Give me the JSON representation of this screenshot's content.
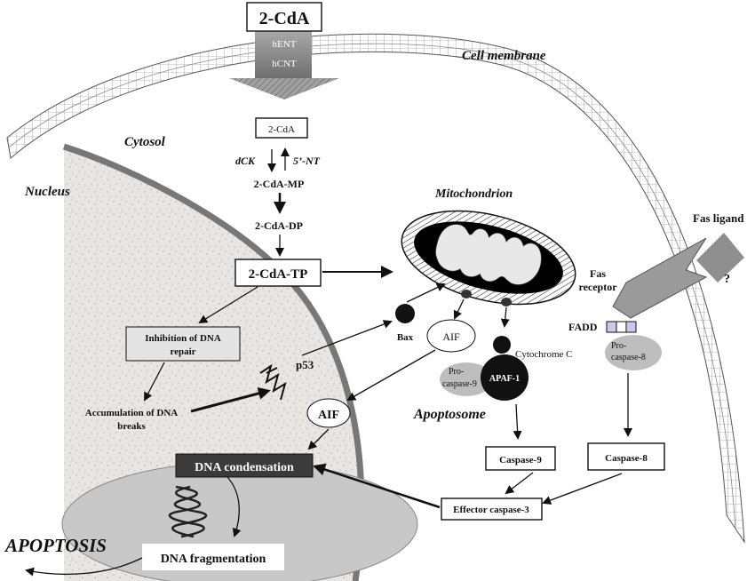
{
  "labels": {
    "top_2cda": "2-CdA",
    "hent": "hENT",
    "hcnt": "hCNT",
    "cell_membrane": "Cell membrane",
    "cytosol": "Cytosol",
    "nucleus": "Nucleus",
    "box_2cda": "2-CdA",
    "dck": "dCK",
    "nt5": "5’-NT",
    "mp": "2-CdA-MP",
    "dp": "2-CdA-DP",
    "tp": "2-CdA-TP",
    "mitochondrion": "Mitochondrion",
    "fas_ligand": "Fas ligand",
    "fas_receptor_1": "Fas",
    "fas_receptor_2": "receptor",
    "question": "?",
    "fadd": "FADD",
    "procasp8_1": "Pro-",
    "procasp8_2": "caspase-8",
    "inhib_1": "Inhibition of DNA",
    "inhib_2": "repair",
    "bax": "Bax",
    "aif_mito": "AIF",
    "cytc": "Cytochrome C",
    "procasp9_1": "Pro-",
    "procasp9_2": "caspase-9",
    "apaf": "APAF-1",
    "p53": "p53",
    "accum_1": "Accumulation of DNA",
    "accum_2": "breaks",
    "aif_nuc": "AIF",
    "apoptosome": "Apoptosome",
    "casp9": "Caspase-9",
    "casp8": "Caspase-8",
    "dna_cond": "DNA condensation",
    "effector": "Effector caspase-3",
    "apoptosis": "APOPTOSIS",
    "dna_frag": "DNA fragmentation"
  }
}
